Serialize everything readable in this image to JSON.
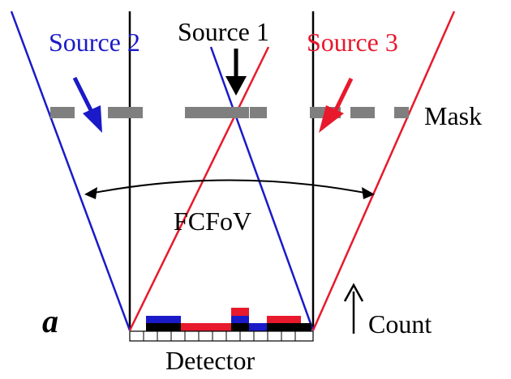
{
  "labels": {
    "source1": "Source 1",
    "source2": "Source 2",
    "source3": "Source 3",
    "mask": "Mask",
    "fcfov": "FCFoV",
    "count": "Count",
    "detector": "Detector",
    "panel_letter": "a"
  },
  "colors": {
    "source1": "#000000",
    "source2": "#1a1ac8",
    "source3": "#e8192c",
    "mask": "#7f7f7f",
    "lines": "#000000"
  },
  "icons": {
    "source1_arrow": "down-arrow-icon",
    "source2_arrow": "down-right-arrow-icon",
    "source3_arrow": "down-left-arrow-icon",
    "count_arrow": "up-arrow-icon"
  }
}
